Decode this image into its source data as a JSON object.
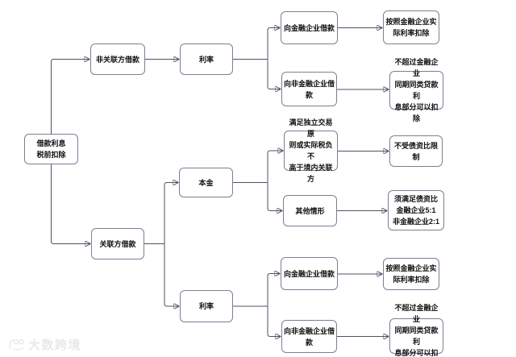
{
  "nodes": {
    "root": "借款利息\n税前扣除",
    "non_related_loan": "非关联方借款",
    "rate_top": "利率",
    "fin_loan_top": "向金融企业借款",
    "fin_deduct_top": "按照金融企业实\n际利率扣除",
    "nonfin_loan_top": "向非金融企业借\n款",
    "nonfin_deduct_top": "不超过金融企业\n同期同类贷款利\n息部分可以扣除",
    "arm_length": "满足独立交易原\n则或实际税负不\n高于境内关联方",
    "no_limit": "不受债资比限制",
    "principal": "本金",
    "other_case": "其他情形",
    "ratio_rule": "须满足债资比\n金融企业5:1\n非金融企业2:1",
    "related_loan": "关联方借款",
    "rate_bottom": "利率",
    "fin_loan_bottom": "向金融企业借款",
    "fin_deduct_bottom": "按照金融企业实\n际利率扣除",
    "nonfin_loan_bottom": "向非金融企业借\n款",
    "nonfin_deduct_bottom": "不超过金融企业\n同期同类贷款利\n息部分可以扣除"
  },
  "edges": [
    {
      "from": "root",
      "to": "non_related_loan"
    },
    {
      "from": "root",
      "to": "related_loan"
    },
    {
      "from": "non_related_loan",
      "to": "rate_top"
    },
    {
      "from": "rate_top",
      "to": "fin_loan_top"
    },
    {
      "from": "rate_top",
      "to": "nonfin_loan_top"
    },
    {
      "from": "fin_loan_top",
      "to": "fin_deduct_top"
    },
    {
      "from": "nonfin_loan_top",
      "to": "nonfin_deduct_top"
    },
    {
      "from": "related_loan",
      "to": "principal"
    },
    {
      "from": "related_loan",
      "to": "rate_bottom"
    },
    {
      "from": "principal",
      "to": "arm_length"
    },
    {
      "from": "principal",
      "to": "other_case"
    },
    {
      "from": "arm_length",
      "to": "no_limit"
    },
    {
      "from": "other_case",
      "to": "ratio_rule"
    },
    {
      "from": "rate_bottom",
      "to": "fin_loan_bottom"
    },
    {
      "from": "rate_bottom",
      "to": "nonfin_loan_bottom"
    },
    {
      "from": "fin_loan_bottom",
      "to": "fin_deduct_bottom"
    },
    {
      "from": "nonfin_loan_bottom",
      "to": "nonfin_deduct_bottom"
    }
  ],
  "watermark": {
    "brand": "大数跨境"
  },
  "colors": {
    "background": "#ffffff",
    "node_border": "#7a8096",
    "connector": "#4e5360",
    "arrowhead": "#3d424e",
    "text": "#111111",
    "watermark": "#e9e9e9"
  }
}
